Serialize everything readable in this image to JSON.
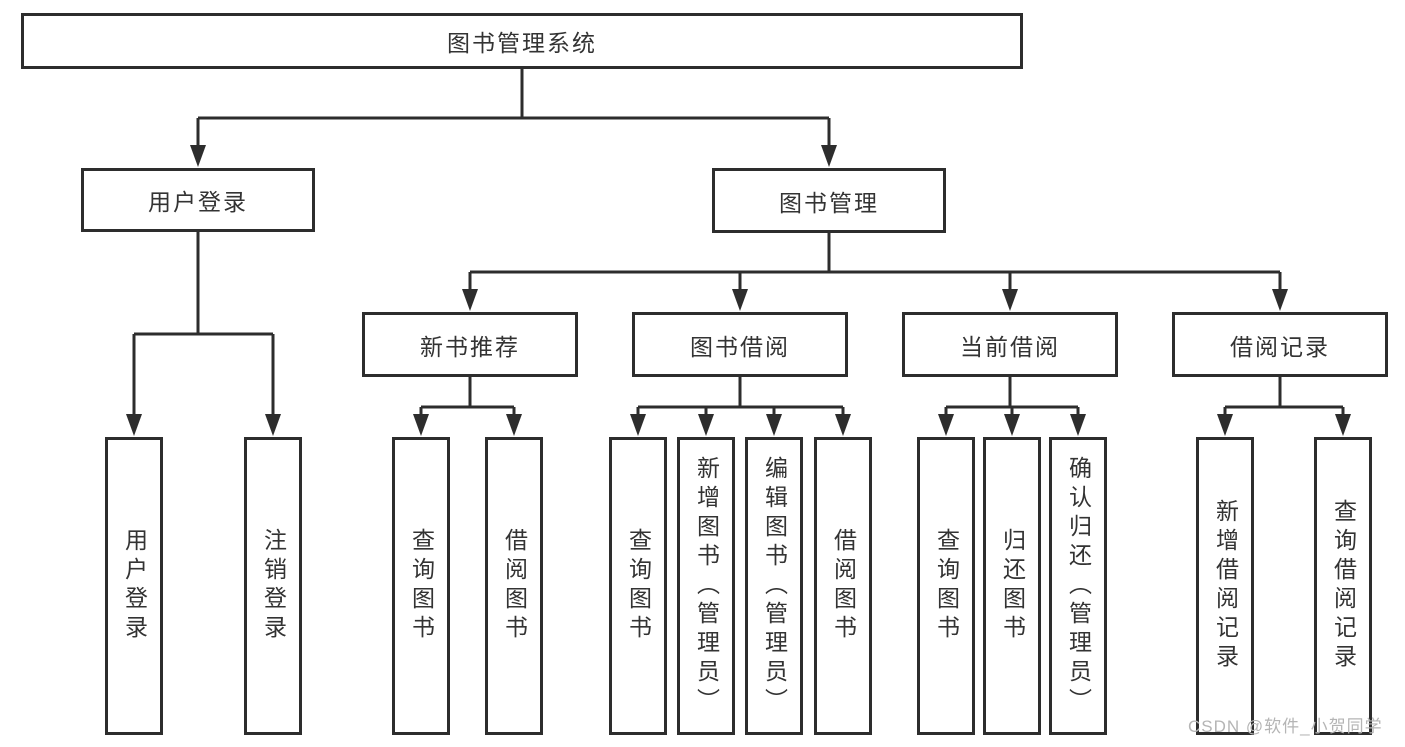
{
  "tree": {
    "label": "图书管理系统",
    "children": [
      {
        "label": "用户登录",
        "children": [
          {
            "label": "用户登录"
          },
          {
            "label": "注销登录"
          }
        ]
      },
      {
        "label": "图书管理",
        "children": [
          {
            "label": "新书推荐",
            "children": [
              {
                "label": "查询图书"
              },
              {
                "label": "借阅图书"
              }
            ]
          },
          {
            "label": "图书借阅",
            "children": [
              {
                "label": "查询图书"
              },
              {
                "label": "新增图书（管理员）"
              },
              {
                "label": "编辑图书（管理员）"
              },
              {
                "label": "借阅图书"
              }
            ]
          },
          {
            "label": "当前借阅",
            "children": [
              {
                "label": "查询图书"
              },
              {
                "label": "归还图书"
              },
              {
                "label": "确认归还（管理员）"
              }
            ]
          },
          {
            "label": "借阅记录",
            "children": [
              {
                "label": "新增借阅记录"
              },
              {
                "label": "查询借阅记录"
              }
            ]
          }
        ]
      }
    ]
  },
  "watermark": {
    "text": "CSDN @软件_小贺同学"
  },
  "colors": {
    "line": "#2d2d2d",
    "box_border": "#2d2d2d",
    "text": "#333333",
    "watermark": "#b5b5b5",
    "background": "#ffffff"
  }
}
